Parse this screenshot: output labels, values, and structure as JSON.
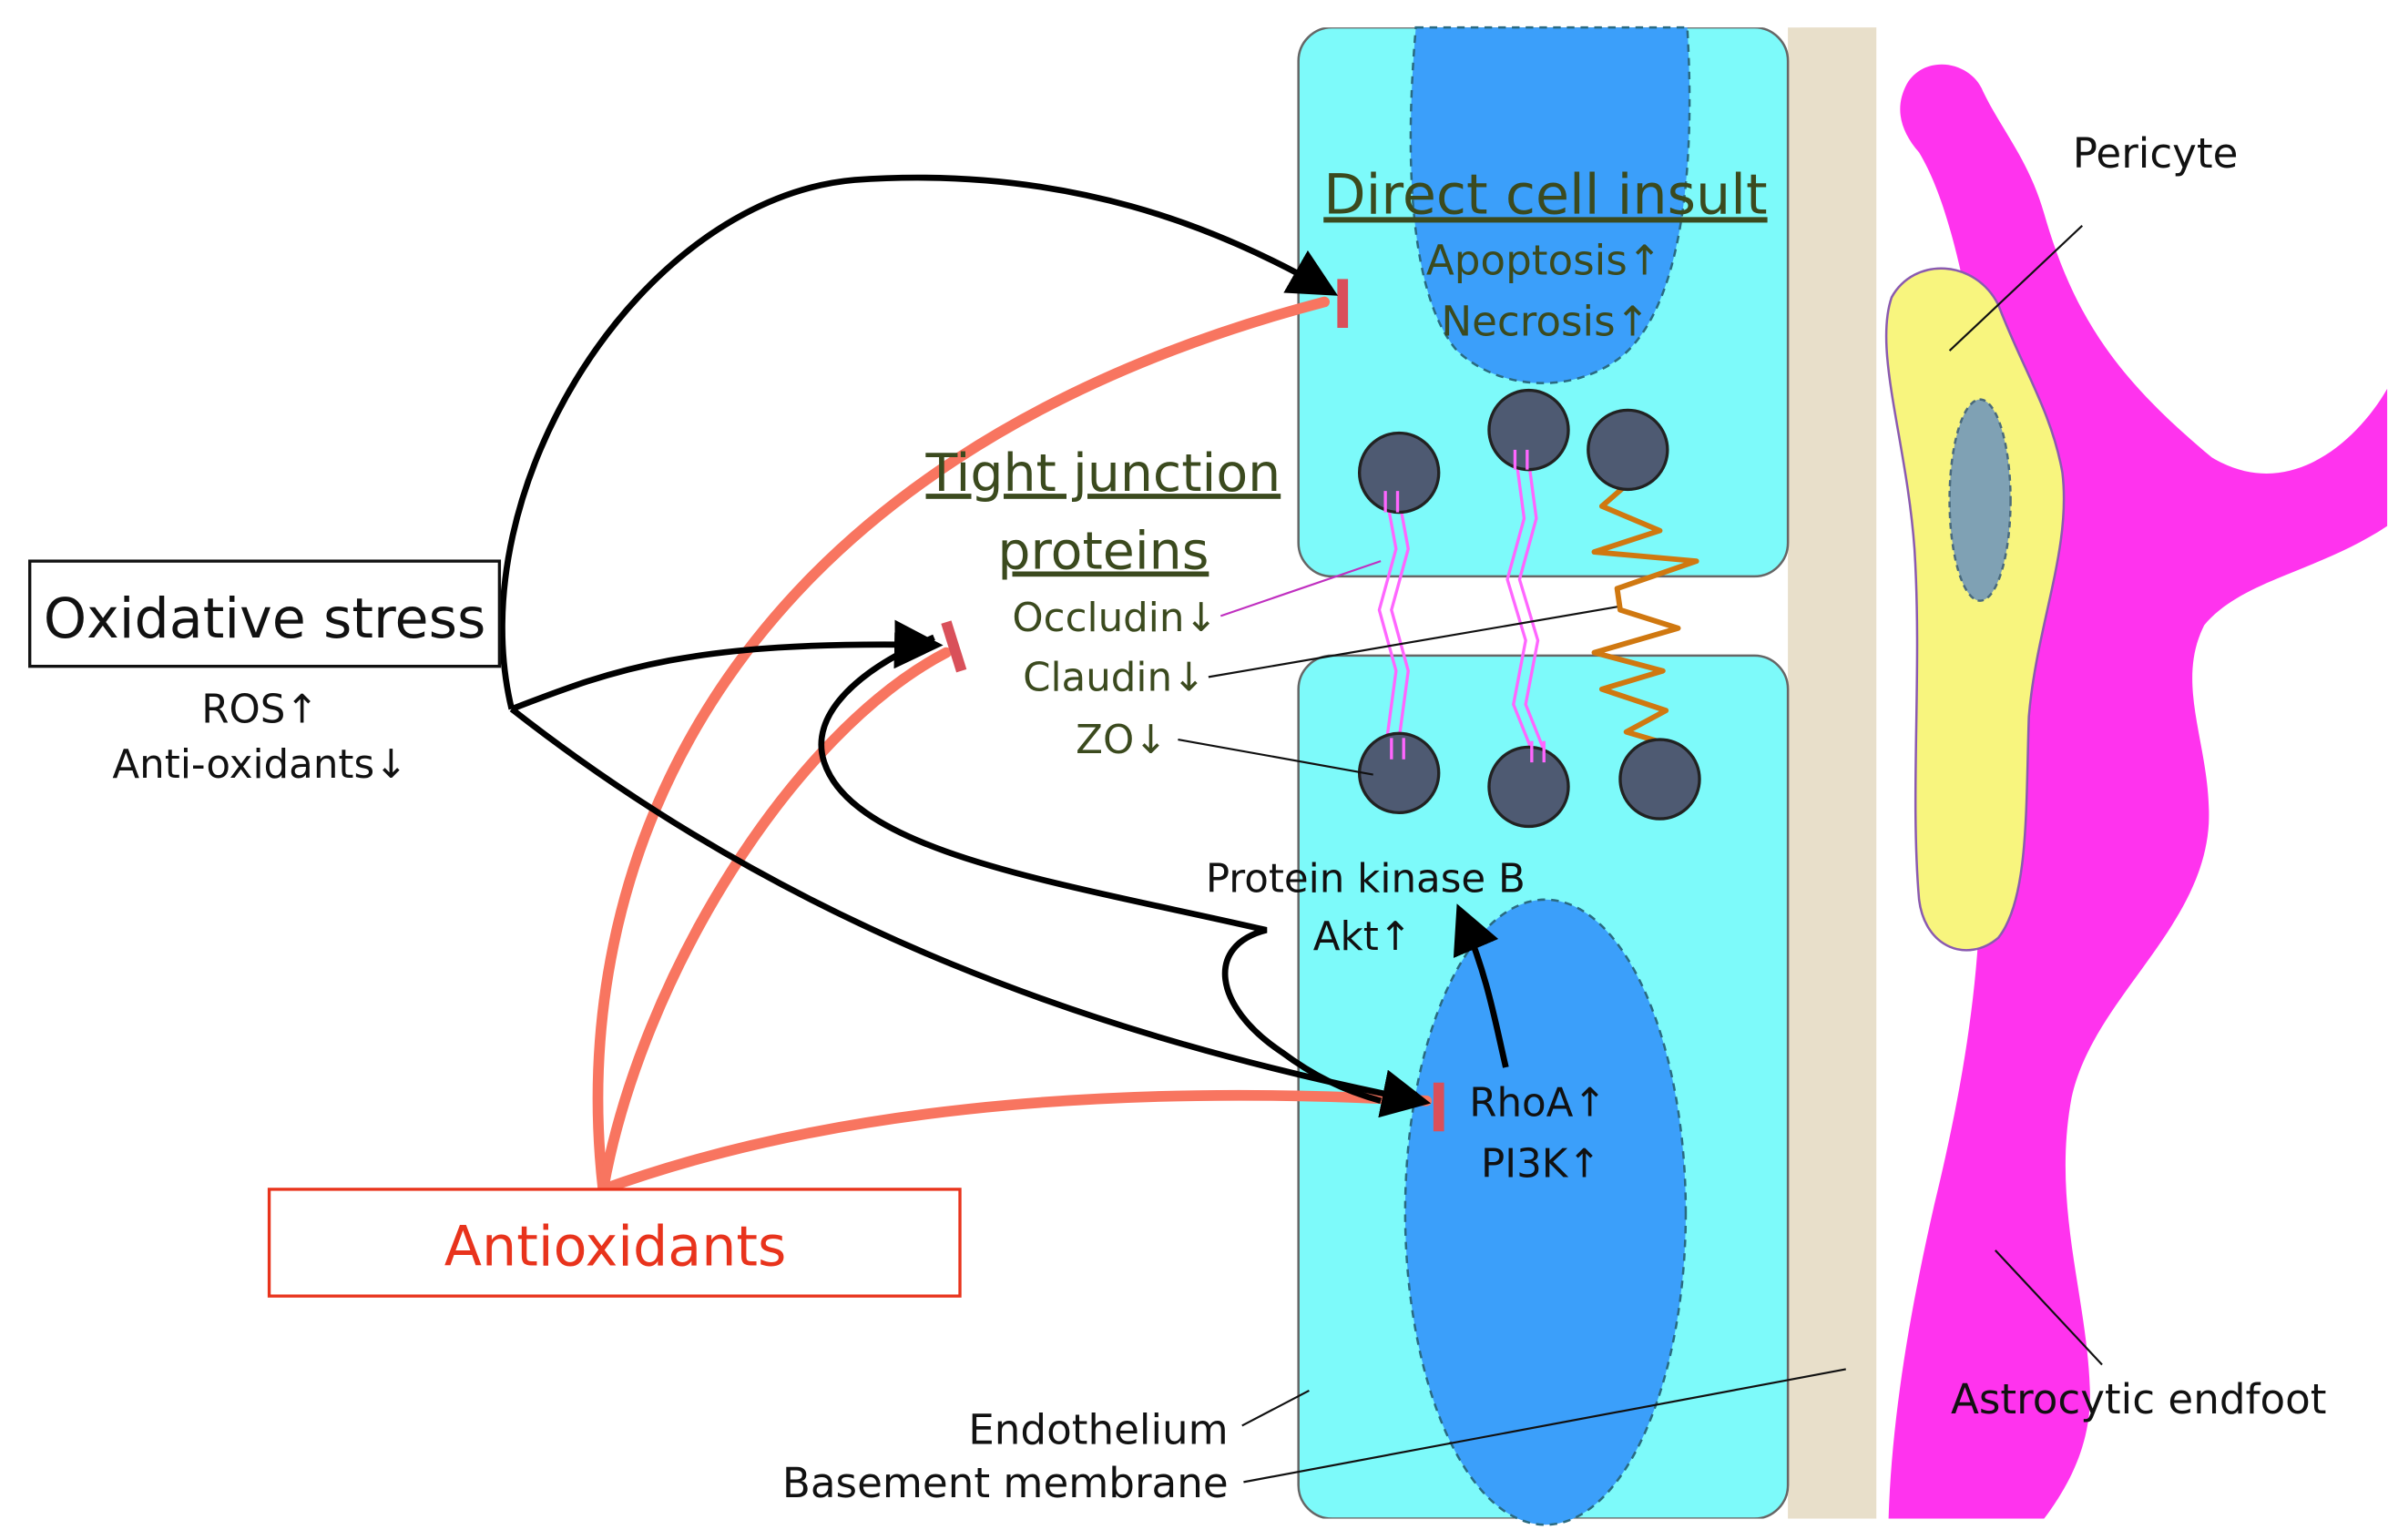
{
  "colors": {
    "endothelium": "#7dfafa",
    "nucleus": "#3b9ffa",
    "basement_membrane": "#e8dfca",
    "astrocyte": "#ff33ee",
    "pericyte": "#f8f57e",
    "pericyte_nucleus": "#7fa1b4",
    "tj_protein_ball": "#4e5a72",
    "occludin_strand": "#ff66ff",
    "claudin_strand": "#d07810",
    "oxidative_arrow": "#000000",
    "antioxidant_arrow": "#f87560",
    "text_green": "#3b4a1e",
    "text_red": "#e8331c"
  },
  "oxidative_stress": {
    "title": "Oxidative stress",
    "ros": "ROS↑",
    "anti_oxidants": "Anti-oxidants↓"
  },
  "antioxidants": {
    "title": "Antioxidants"
  },
  "direct_cell_insult": {
    "title": "Direct cell insult",
    "apoptosis": "Apoptosis↑",
    "necrosis": "Necrosis↑"
  },
  "tight_junction": {
    "title_line1": "Tight junction",
    "title_line2": "proteins",
    "occludin": "Occludin↓",
    "claudin": "Claudin↓",
    "zo": "ZO↓"
  },
  "signaling": {
    "protein_kinase_b": "Protein kinase B",
    "akt": "Akt↑",
    "rhoa": "RhoA↑",
    "pi3k": "PI3K↑"
  },
  "labels": {
    "pericyte": "Pericyte",
    "astrocytic_endfoot": "Astrocytic endfoot",
    "endothelium": "Endothelium",
    "basement_membrane": "Basement membrane"
  }
}
